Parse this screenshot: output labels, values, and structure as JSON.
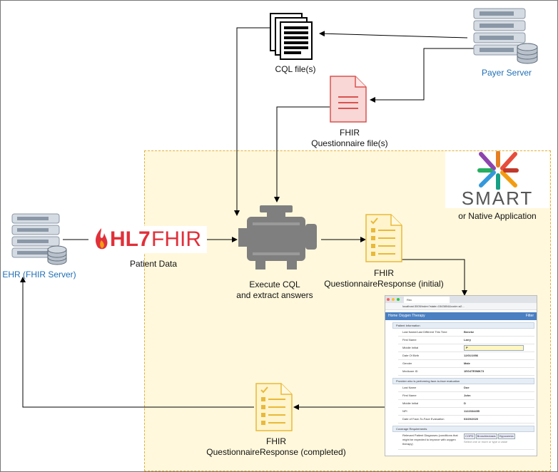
{
  "nodes": {
    "cql_files": "CQL file(s)",
    "payer_server": "Payer Server",
    "questionnaire_files": [
      "FHIR",
      "Questionnaire file(s)"
    ],
    "smart_app": [
      "SMART",
      "or Native Application"
    ],
    "ehr_server": "EHR (FHIR Server)",
    "fhir_logo_text": [
      "HL7",
      "FHIR"
    ],
    "patient_data": "Patient Data",
    "cql_engine": [
      "Execute CQL",
      "and extract answers"
    ],
    "qr_initial": [
      "FHIR",
      "QuestionnaireResponse (initial)"
    ],
    "qr_completed": [
      "FHIR",
      "QuestionnaireResponse (completed)"
    ]
  },
  "embedded_app": {
    "tab_title": "Rec",
    "url": "localhost:3005/index?state=1543804&code=a2...",
    "header": "Home Oxygen Therapy",
    "filter": "Filter",
    "sections": [
      {
        "title": "Patient Information",
        "rows": [
          {
            "label": "Last Name/Last Different This Time",
            "value": "Beneke"
          },
          {
            "label": "First Name",
            "value": "Larry"
          },
          {
            "label": "Middle Initial",
            "value": "P"
          },
          {
            "label": "Date Of Birth",
            "value": "12/01/1956"
          },
          {
            "label": "Gender",
            "value": "Male"
          },
          {
            "label": "Medicare ID",
            "value": "1EG4TE5MK73"
          }
        ]
      },
      {
        "title": "Provider who is performing face-to-face evaluation",
        "rows": [
          {
            "label": "Last Name",
            "value": "Doe"
          },
          {
            "label": "First Name",
            "value": "John"
          },
          {
            "label": "Middle Initial",
            "value": "D"
          },
          {
            "label": "NPI",
            "value": "1122334455"
          },
          {
            "label": "Date of Face-To-Face Evaluation",
            "value": "03/20/2020"
          }
        ]
      },
      {
        "title": "Coverage Requirements",
        "rows": [
          {
            "label": "Relevant Patient Diagnoses (conditions that might be expected to improve with oxygen therapy)",
            "tags": [
              "COPD",
              "Bronchiectasis",
              "Hypoxemia"
            ],
            "placeholder": "Select one or more or type a value"
          }
        ]
      }
    ]
  },
  "colors": {
    "server_blue": "#1f6fb5",
    "zone_fill": "#fff8dc",
    "zone_border": "#e0b040",
    "fhir_red": "#e0303a",
    "questionnaire_red": "#d9534f",
    "qr_gold": "#e8b93a",
    "engine_gray": "#7f7f7f"
  },
  "icons": [
    "document-stack-icon",
    "server-database-icon",
    "questionnaire-document-icon",
    "smart-logo-icon",
    "fhir-logo-icon",
    "engine-icon",
    "questionnaire-response-icon"
  ]
}
